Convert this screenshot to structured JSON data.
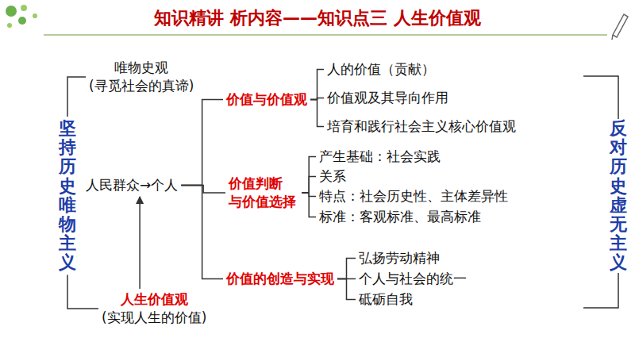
{
  "diagram": {
    "title": "知识精讲 析内容——知识点三 人生价值观",
    "nodes": [
      {
        "text": [
          "坚持历史唯物主义"
        ]
      },
      {
        "text": [
          "唯物史观",
          "(寻觅社会的真谛)"
        ]
      },
      {
        "text": [
          "人民群众→个人"
        ]
      },
      {
        "text": [
          "人生价值观",
          "(实现人生的价值)"
        ]
      },
      {
        "text": [
          "价值与价值观"
        ]
      },
      {
        "text": [
          "人的价值（贡献）"
        ]
      },
      {
        "text": [
          "价值观及其导向作用"
        ]
      },
      {
        "text": [
          "培育和践行社会主义核心价值观"
        ]
      },
      {
        "text": [
          "价值判断 与价值选择"
        ]
      },
      {
        "text": [
          "产生基础：社会实践"
        ]
      },
      {
        "text": [
          "关系"
        ]
      },
      {
        "text": [
          "特点：社会历史性、主体差异性"
        ]
      },
      {
        "text": [
          "标准：客观标准、最高标准"
        ]
      },
      {
        "text": [
          "价值的创造与实现"
        ]
      },
      {
        "text": [
          "弘扬劳动精神"
        ]
      },
      {
        "text": [
          "个人与社会的统一"
        ]
      },
      {
        "text": [
          "砥砺自我"
        ]
      },
      {
        "text": [
          "反对历史虚无主义"
        ]
      }
    ],
    "edges": [
      {
        "from": 0,
        "to": 1,
        "arrow": "none"
      },
      {
        "from": 0,
        "to": 3,
        "arrow": "none"
      },
      {
        "from": 3,
        "to": 2,
        "arrow": "to"
      },
      {
        "from": 2,
        "to": 4,
        "arrow": "none"
      },
      {
        "from": 2,
        "to": 8,
        "arrow": "none"
      },
      {
        "from": 2,
        "to": 13,
        "arrow": "none"
      },
      {
        "from": 4,
        "to": 5,
        "arrow": "none"
      },
      {
        "from": 4,
        "to": 6,
        "arrow": "none"
      },
      {
        "from": 4,
        "to": 7,
        "arrow": "none"
      },
      {
        "from": 8,
        "to": 9,
        "arrow": "none"
      },
      {
        "from": 8,
        "to": 10,
        "arrow": "none"
      },
      {
        "from": 8,
        "to": 11,
        "arrow": "none"
      },
      {
        "from": 8,
        "to": 12,
        "arrow": "none"
      },
      {
        "from": 13,
        "to": 14,
        "arrow": "none"
      },
      {
        "from": 13,
        "to": 15,
        "arrow": "none"
      },
      {
        "from": 13,
        "to": 16,
        "arrow": "none"
      }
    ]
  }
}
